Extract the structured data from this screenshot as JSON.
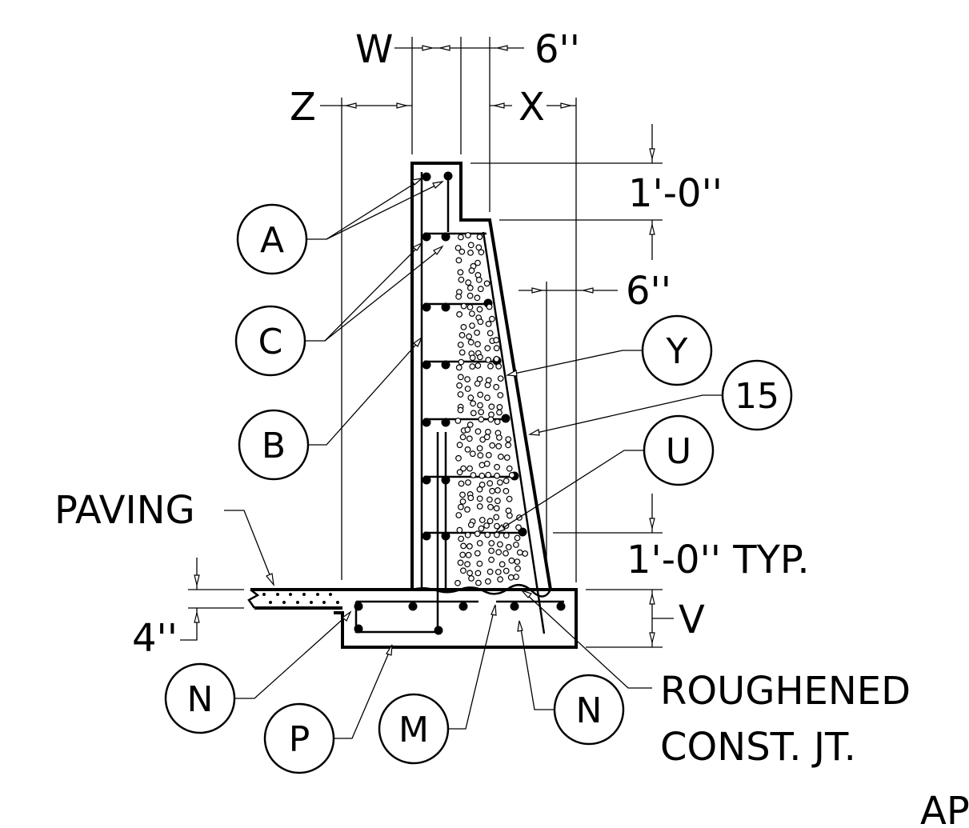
{
  "dimensions": {
    "w": "W",
    "z": "Z",
    "x": "X",
    "top_offset": "6''",
    "stem_top_height": "1'-0''",
    "face_offset": "6''",
    "typ_spacing": "1'-0'' TYP.",
    "v": "V",
    "paving_thickness": "4''"
  },
  "labels": {
    "paving": "PAVING",
    "roughened_line1": "ROUGHENED",
    "roughened_line2": "CONST. JT.",
    "corner_fragment": "AP"
  },
  "callouts": {
    "a": "A",
    "c": "C",
    "b": "B",
    "y": "Y",
    "fifteen": "15",
    "u": "U",
    "n_left": "N",
    "p": "P",
    "m": "M",
    "n_right": "N"
  }
}
